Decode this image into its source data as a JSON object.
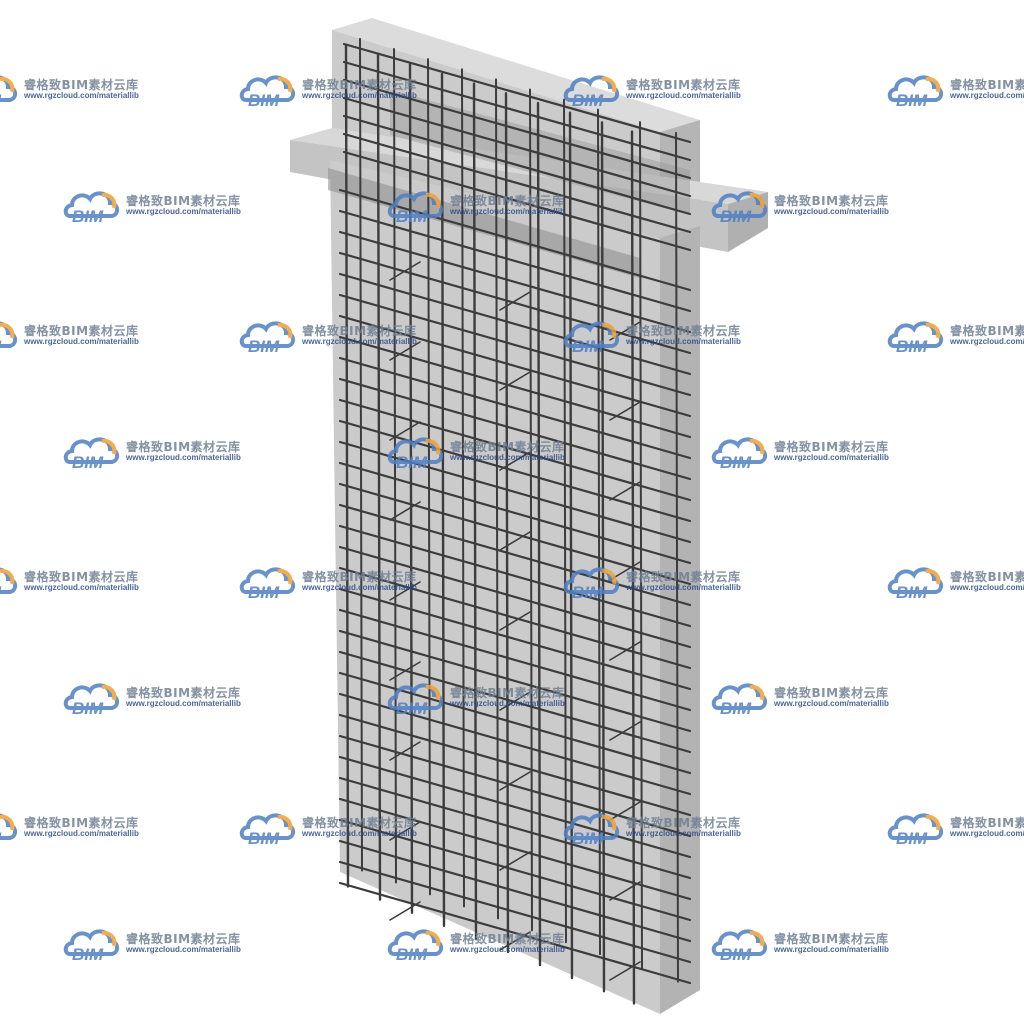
{
  "watermark": {
    "logo_text": "BIM",
    "brand": "睿格致BIM素材云库",
    "url": "www.rgzcloud.com/materiallib",
    "colors": {
      "cloud": "#4f7fc3",
      "accent": "#f0a030",
      "brand_text": "#6f7f93",
      "url_text": "#2c4b88"
    }
  },
  "model": {
    "concrete_face_color": "#cbcbcb",
    "concrete_side_color": "#b3b3b3",
    "concrete_top_color": "#dcdcdc",
    "rebar_color": "#3c3c3c"
  }
}
